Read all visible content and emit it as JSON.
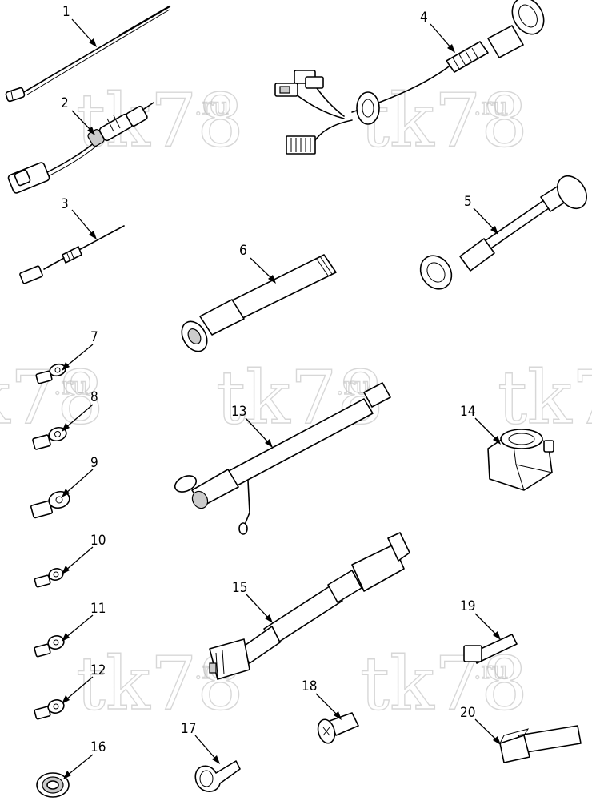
{
  "watermark": {
    "text": "tk78",
    "suffix": ".ru"
  },
  "callouts": [
    {
      "id": "1",
      "label": "1"
    },
    {
      "id": "2",
      "label": "2"
    },
    {
      "id": "3",
      "label": "3"
    },
    {
      "id": "4",
      "label": "4"
    },
    {
      "id": "5",
      "label": "5"
    },
    {
      "id": "6",
      "label": "6"
    },
    {
      "id": "7",
      "label": "7"
    },
    {
      "id": "8",
      "label": "8"
    },
    {
      "id": "9",
      "label": "9"
    },
    {
      "id": "10",
      "label": "10"
    },
    {
      "id": "11",
      "label": "11"
    },
    {
      "id": "12",
      "label": "12"
    },
    {
      "id": "13",
      "label": "13"
    },
    {
      "id": "14",
      "label": "14"
    },
    {
      "id": "15",
      "label": "15"
    },
    {
      "id": "16",
      "label": "16"
    },
    {
      "id": "17",
      "label": "17"
    },
    {
      "id": "18",
      "label": "18"
    },
    {
      "id": "19",
      "label": "19"
    },
    {
      "id": "20",
      "label": "20"
    }
  ]
}
